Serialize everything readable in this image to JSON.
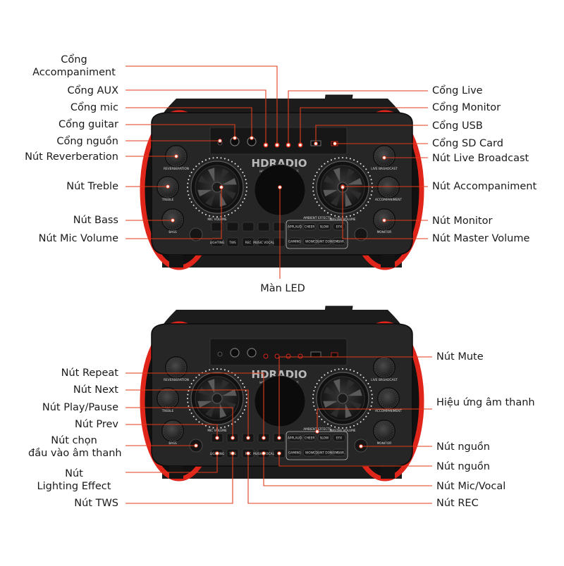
{
  "colors": {
    "leader": "#e23b1c",
    "accent_red": "#e0261b",
    "body": "#1c1c1c",
    "panel": "#262626",
    "knob": "#2f2f2f",
    "led_ring": "#e9e9e9"
  },
  "top_panel": {
    "brand": "HDRADIO",
    "tagline": "HOME CINEMA · KARAOKE",
    "labels": {
      "reverberation": "REVERBERATION",
      "treble": "TREBLE",
      "bass": "BASS",
      "mic_volume": "MIC VOLUME",
      "master_volume": "MASTER VOLUME",
      "live_broadcast": "LIVE BROADCAST",
      "accompaniment": "ACCOMPANIMENT",
      "monitor": "MONITOR",
      "ambient_effects": "AMBIENT EFFECTS",
      "applause": "APPLAUD",
      "cheer": "CHEER",
      "slow": "SLOW",
      "eq": "EFX",
      "gaming": "GAMING",
      "wow": "WOW",
      "count_down": "COUNT DOWN",
      "embarrassed": "EMBAR.",
      "lighting": "LIGHTING",
      "tws": "TWS",
      "music_vocal": "MUSIC VOCAL",
      "rec": "REC"
    }
  },
  "callouts_top": {
    "accompaniment_port": [
      "Cổng",
      "Accompaniment"
    ],
    "aux_port": "Cổng AUX",
    "mic_port": "Cổng mic",
    "guitar_port": "Cổng guitar",
    "power_port": "Cổng nguồn",
    "reverb_knob": "Nút Reverberation",
    "treble_knob": "Nút Treble",
    "bass_knob": "Nút Bass",
    "mic_volume_knob": "Nút Mic Volume",
    "live_port": "Cổng Live",
    "monitor_port": "Cổng Monitor",
    "usb_port": "Cổng USB",
    "sd_port": "Cổng SD Card",
    "live_broadcast_knob": "Nút Live Broadcast",
    "accompaniment_knob": "Nút Accompaniment",
    "monitor_knob": "Nút Monitor",
    "master_volume_knob": "Nút Master Volume",
    "led_screen": "Màn LED"
  },
  "callouts_bottom": {
    "repeat": "Nút Repeat",
    "next": "Nút Next",
    "play_pause": "Nút Play/Pause",
    "prev": "Nút Prev",
    "input_select": [
      "Nút chọn",
      "đầu vào âm thanh"
    ],
    "lighting_effect": [
      "Nút",
      "Lighting Effect"
    ],
    "tws": "Nút TWS",
    "mute": "Nút Mute",
    "sound_effects": "Hiệu ứng âm thanh",
    "power_button": "Nút nguồn",
    "power_button_2": "Nút nguồn",
    "mic_vocal": "Nút Mic/Vocal",
    "rec": "Nút REC"
  }
}
